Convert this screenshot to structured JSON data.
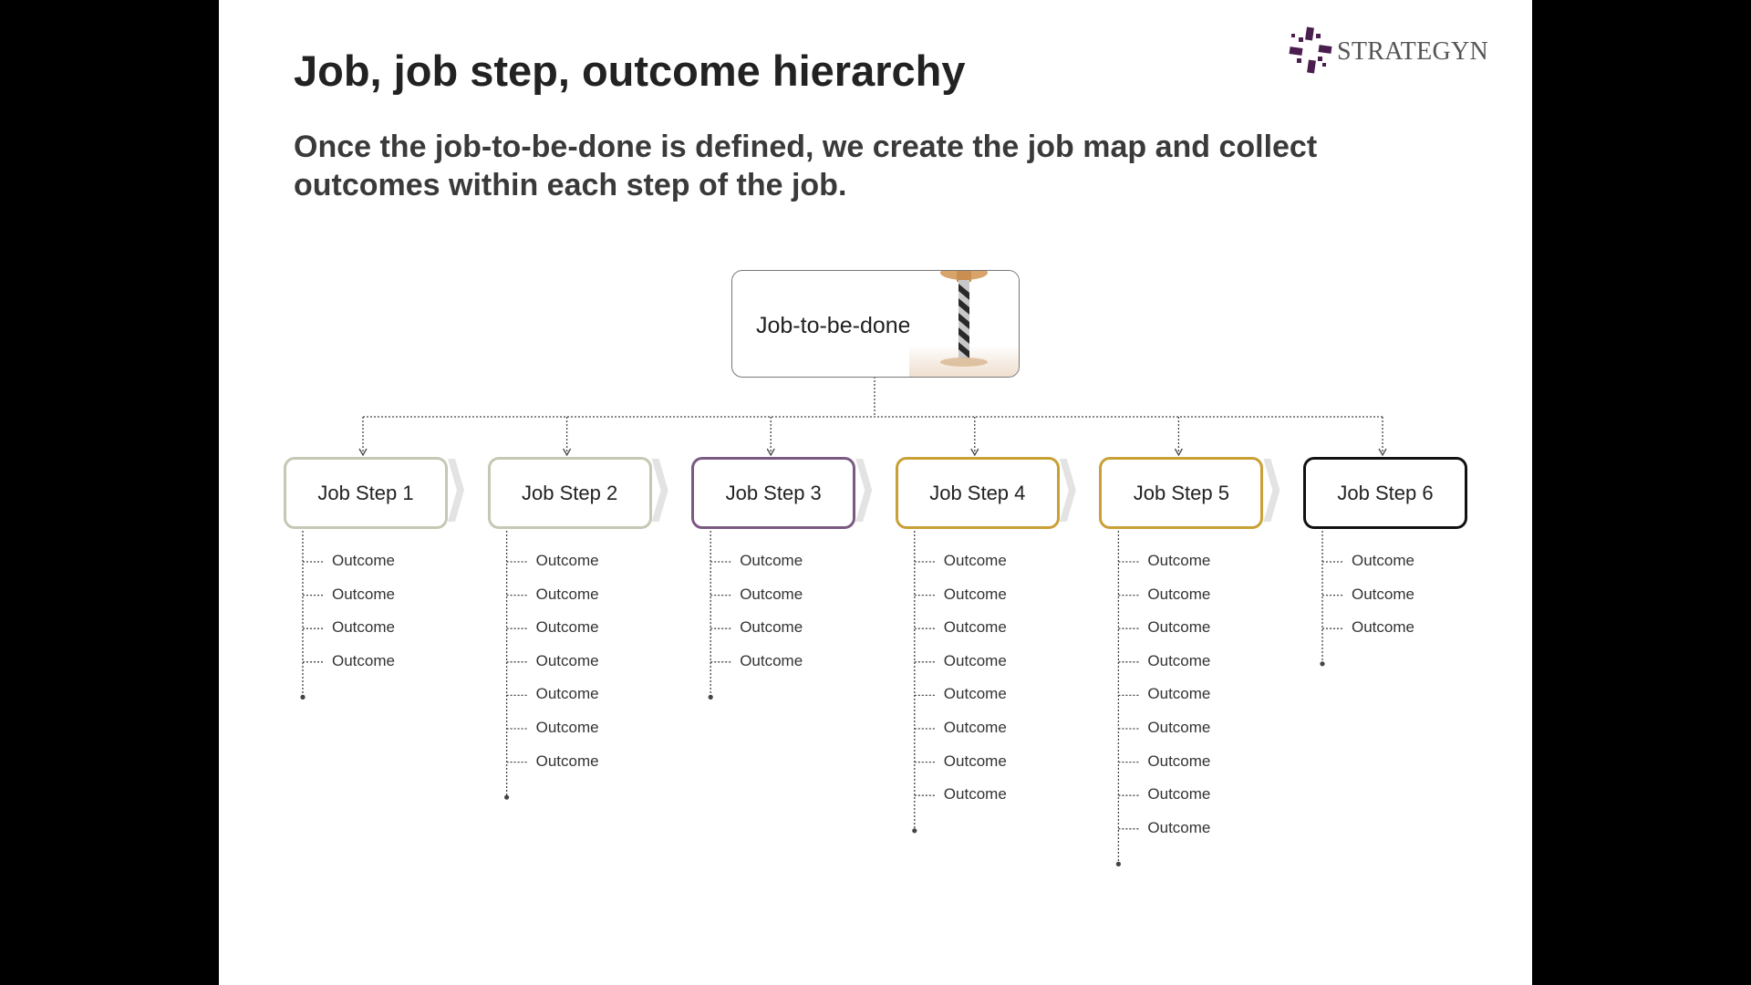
{
  "slide": {
    "title": "Job, job step, outcome hierarchy",
    "subtitle": "Once the job-to-be-done is defined, we create the job map and collect outcomes within each step of the job.",
    "logo_text": "STRATEGYN"
  },
  "diagram": {
    "job": {
      "label": "Job-to-be-done",
      "image": "drill-bit-photo"
    },
    "steps": [
      {
        "label": "Job Step 1",
        "border_color": "#c6c7b4",
        "outcomes": [
          "Outcome",
          "Outcome",
          "Outcome",
          "Outcome"
        ]
      },
      {
        "label": "Job Step 2",
        "border_color": "#c6c7b4",
        "outcomes": [
          "Outcome",
          "Outcome",
          "Outcome",
          "Outcome",
          "Outcome",
          "Outcome",
          "Outcome"
        ]
      },
      {
        "label": "Job Step 3",
        "border_color": "#7a5a82",
        "outcomes": [
          "Outcome",
          "Outcome",
          "Outcome",
          "Outcome"
        ]
      },
      {
        "label": "Job Step 4",
        "border_color": "#c9a035",
        "outcomes": [
          "Outcome",
          "Outcome",
          "Outcome",
          "Outcome",
          "Outcome",
          "Outcome",
          "Outcome",
          "Outcome"
        ]
      },
      {
        "label": "Job Step 5",
        "border_color": "#c9a035",
        "outcomes": [
          "Outcome",
          "Outcome",
          "Outcome",
          "Outcome",
          "Outcome",
          "Outcome",
          "Outcome",
          "Outcome",
          "Outcome"
        ]
      },
      {
        "label": "Job Step 6",
        "border_color": "#111111",
        "outcomes": [
          "Outcome",
          "Outcome",
          "Outcome"
        ]
      }
    ],
    "chevron_color": "#e3e3e3",
    "connector_color": "#444444"
  }
}
